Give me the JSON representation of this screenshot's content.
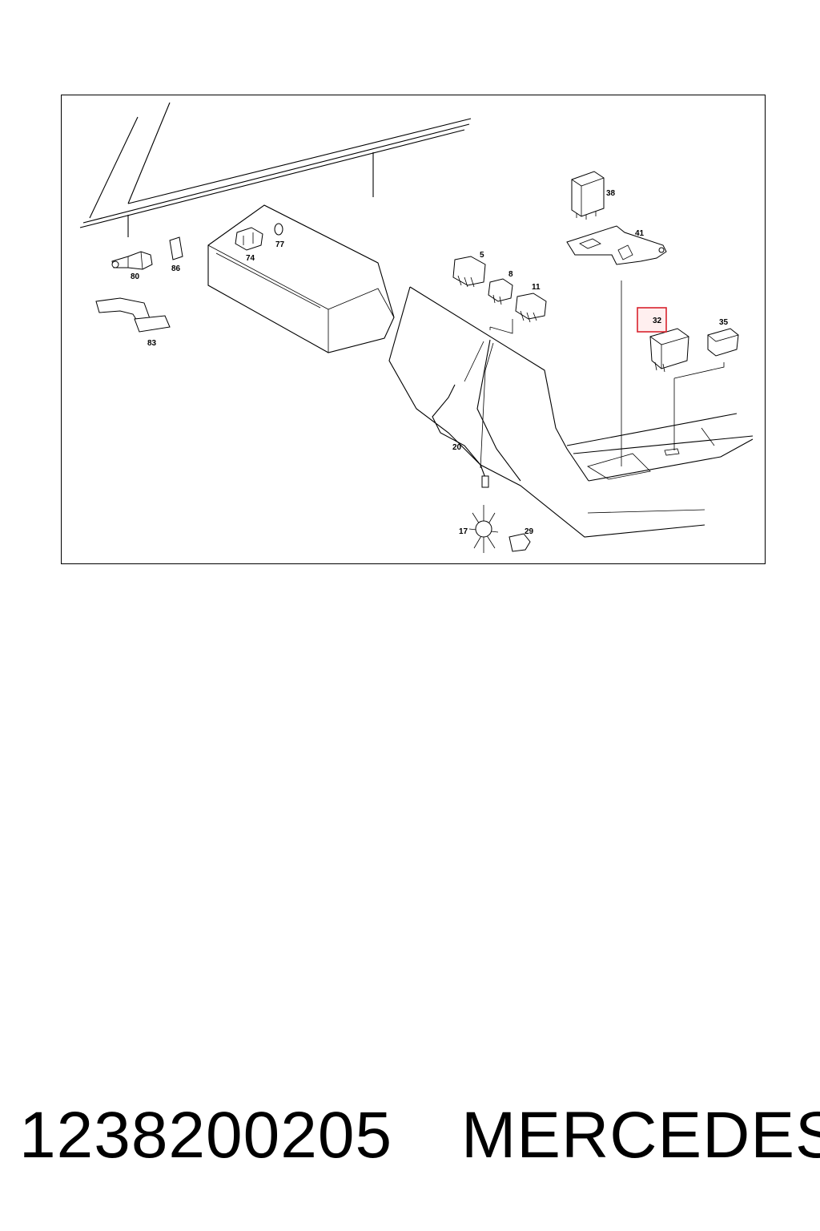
{
  "diagram": {
    "callouts": {
      "c38": "38",
      "c41": "41",
      "c5": "5",
      "c8": "8",
      "c11": "11",
      "c32": "32",
      "c35": "35",
      "c74": "74",
      "c77": "77",
      "c80": "80",
      "c86": "86",
      "c83": "83",
      "c20": "20",
      "c17": "17",
      "c29": "29"
    },
    "highlighted_callout": "32",
    "highlight_color": "#d9232e"
  },
  "footer": {
    "part_number": "1238200205",
    "brand": "MERCEDES"
  }
}
